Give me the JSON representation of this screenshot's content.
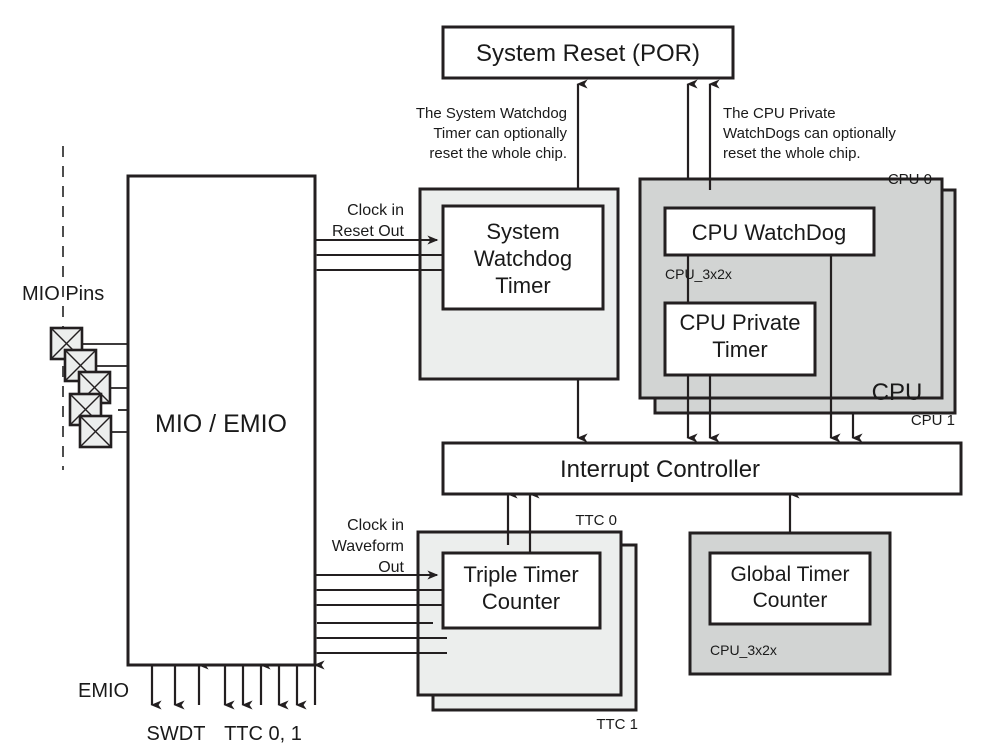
{
  "diagram": {
    "title": "Zynq Timers and Watchdogs Block Diagram",
    "colors": {
      "stroke": "#231f20",
      "light_gray_fill": "#eceeed",
      "cpu_gray_fill": "#d2d4d3",
      "white_fill": "#ffffff",
      "text": "#1a1a1a"
    }
  },
  "blocks": {
    "system_reset": {
      "label": "System Reset (POR)"
    },
    "mio_emio": {
      "label": "MIO / EMIO"
    },
    "system_watchdog_timer": {
      "label": "System\nWatchdog\nTimer",
      "line1": "System",
      "line2": "Watchdog",
      "line3": "Timer"
    },
    "cpu_watchdog": {
      "label": "CPU WatchDog"
    },
    "cpu_private_timer": {
      "line1": "CPU Private",
      "line2": "Timer"
    },
    "cpu_outer": {
      "label": "CPU",
      "sub_label": "CPU_3x2x",
      "front_tag": "CPU 0",
      "back_tag": "CPU 1"
    },
    "interrupt_controller": {
      "label": "Interrupt Controller"
    },
    "triple_timer_counter": {
      "line1": "Triple Timer",
      "line2": "Counter",
      "front_tag": "TTC 0",
      "back_tag": "TTC 1"
    },
    "global_timer_counter": {
      "line1": "Global Timer",
      "line2": "Counter",
      "sub_label": "CPU_3x2x"
    }
  },
  "annotations": {
    "swdt_reset_note": {
      "line1": "The System Watchdog",
      "line2": "Timer can optionally",
      "line3": "reset the whole chip."
    },
    "cpu_reset_note": {
      "line1": "The CPU Private",
      "line2": "WatchDogs can optionally",
      "line3": "reset the whole chip."
    },
    "swdt_port_note": {
      "line1": "Clock in",
      "line2": "Reset Out"
    },
    "ttc_port_note": {
      "line1": "Clock in",
      "line2": "Waveform",
      "line3": "Out"
    }
  },
  "labels": {
    "mio_pins": "MIO Pins",
    "emio": "EMIO",
    "swdt_bottom": "SWDT",
    "ttc_bottom": "TTC 0, 1"
  }
}
